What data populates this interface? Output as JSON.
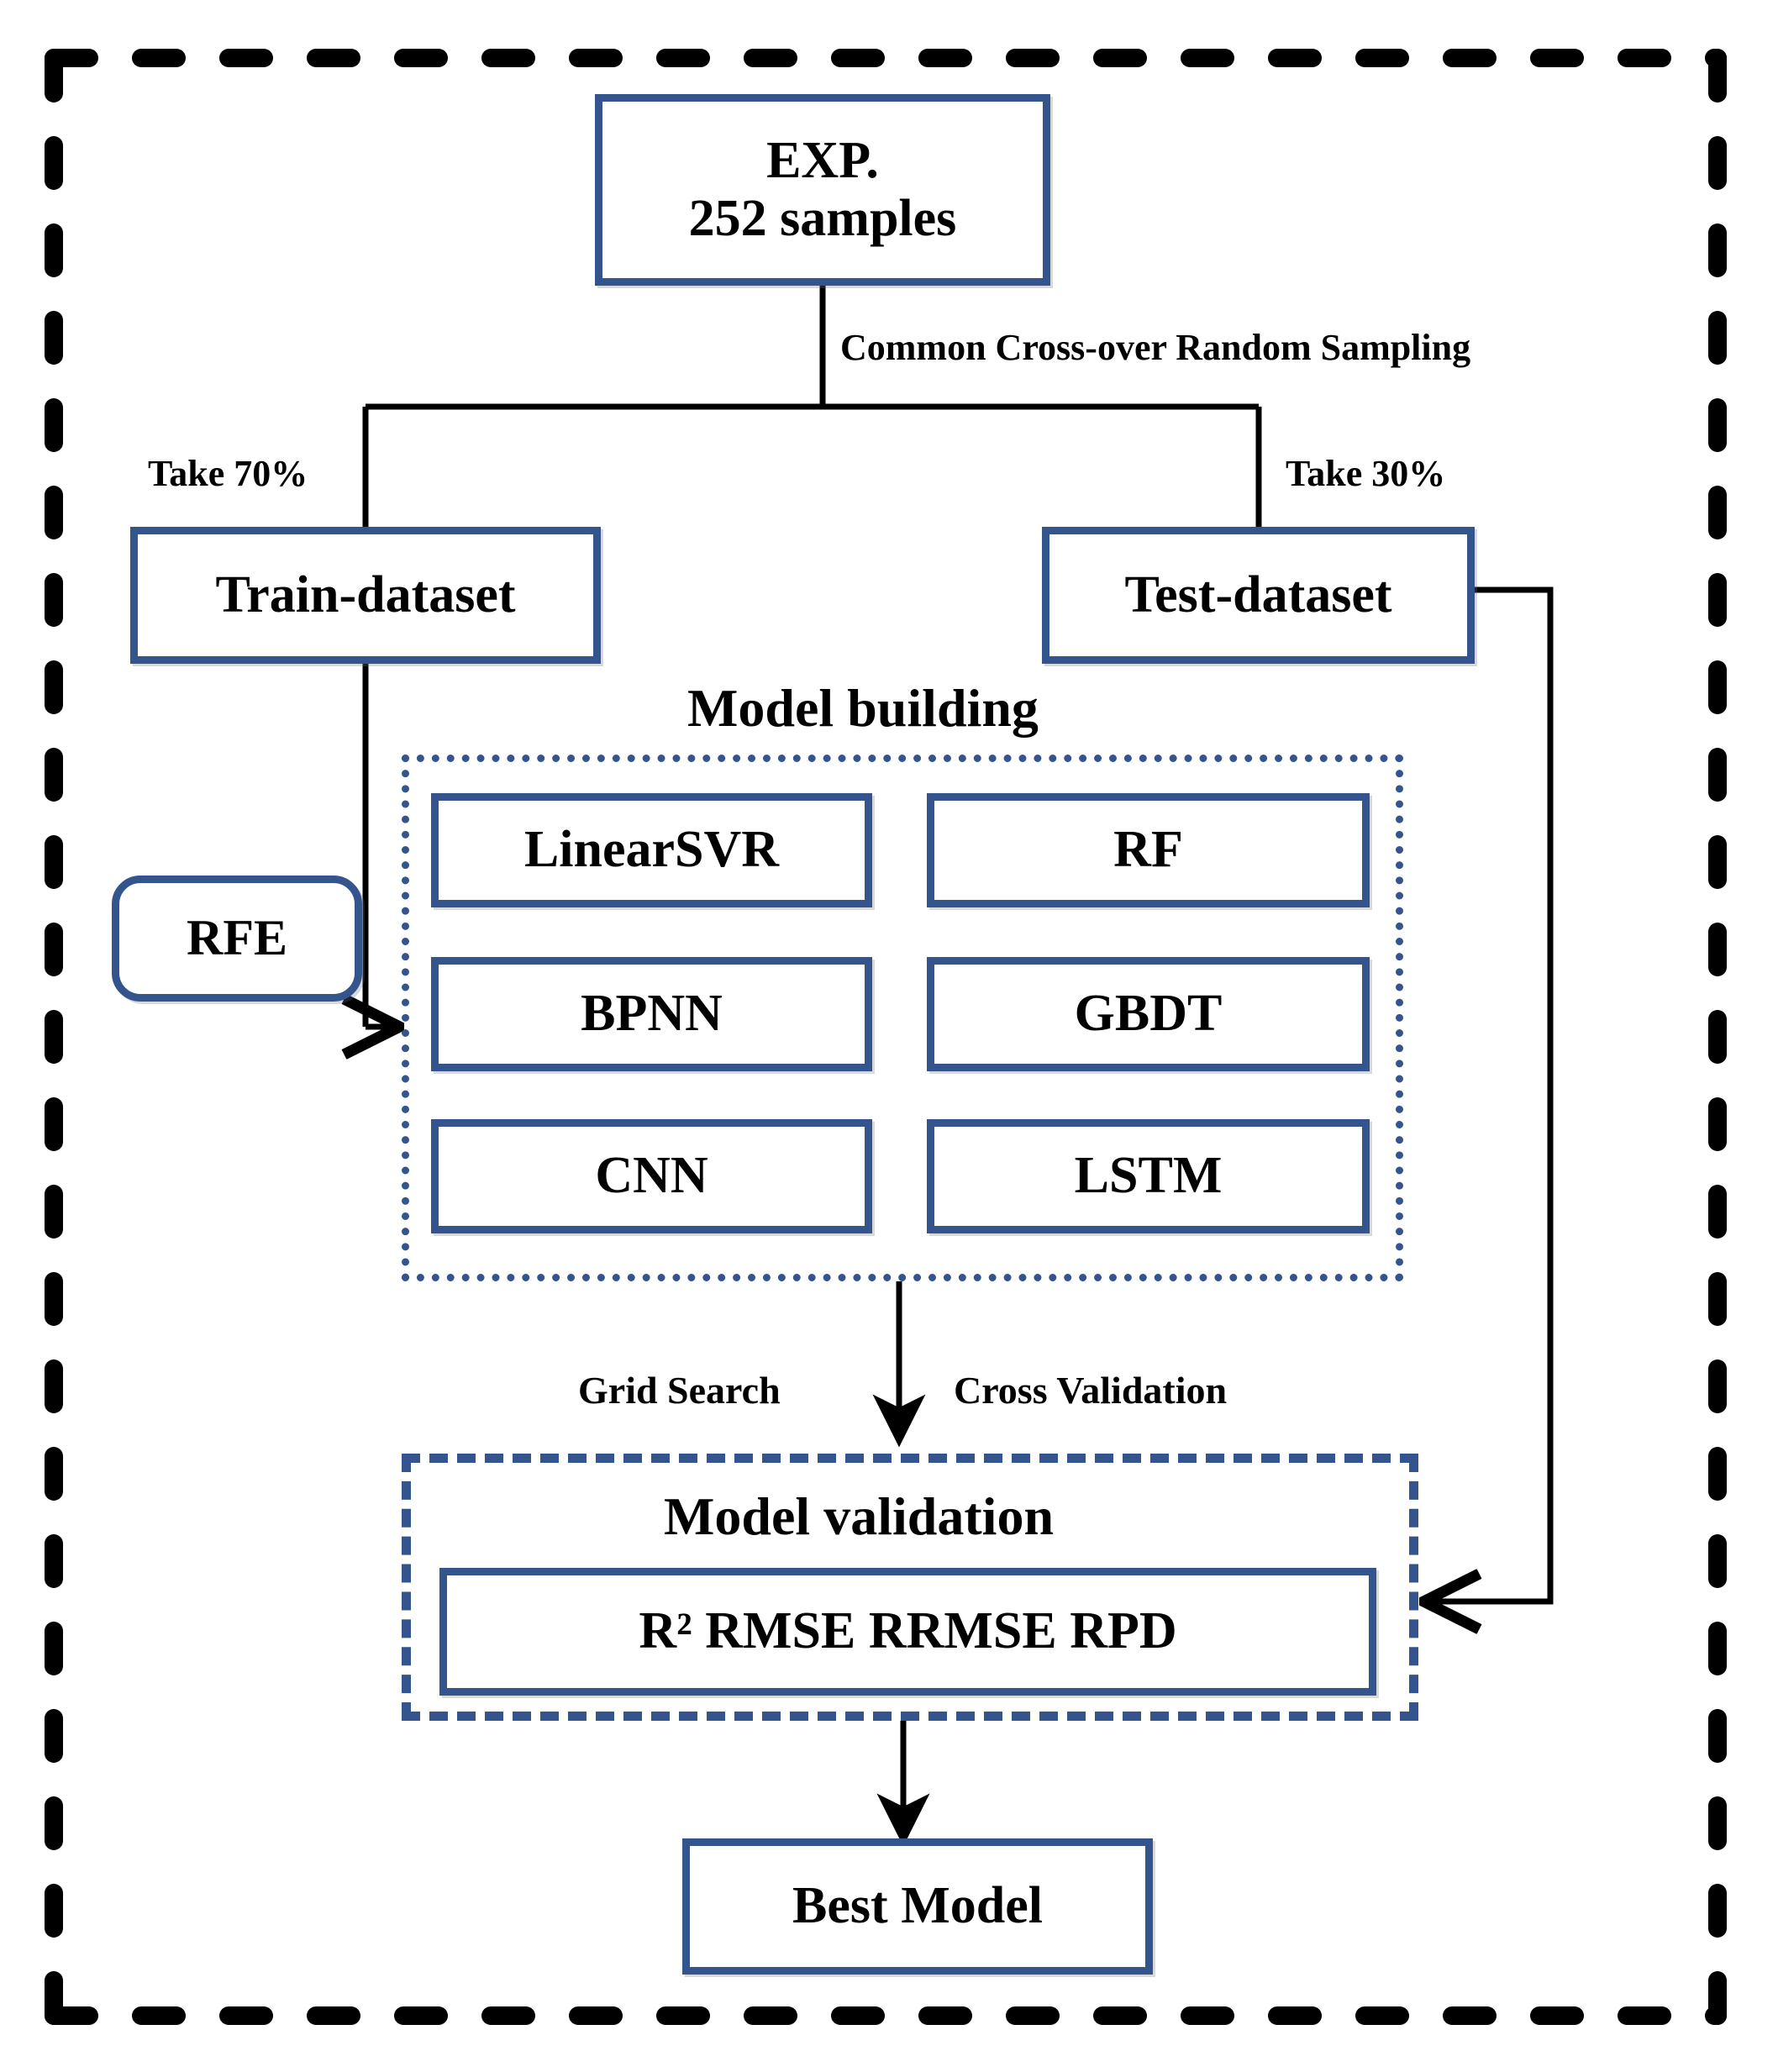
{
  "diagram": {
    "title": "Machine learning modelling workflow",
    "accent_color": "#33548d",
    "line_color": "#000000",
    "background": "#ffffff"
  },
  "nodes": {
    "exp": {
      "line1": "EXP.",
      "line2": "252 samples"
    },
    "train_dataset": {
      "label": "Train-dataset"
    },
    "test_dataset": {
      "label": "Test-dataset"
    },
    "rfe": {
      "label": "RFE"
    },
    "best_model": {
      "label": "Best Model"
    }
  },
  "sections": {
    "model_building": {
      "heading": "Model building",
      "models": [
        {
          "label": "LinearSVR"
        },
        {
          "label": "RF"
        },
        {
          "label": "BPNN"
        },
        {
          "label": "GBDT"
        },
        {
          "label": "CNN"
        },
        {
          "label": "LSTM"
        }
      ]
    },
    "model_validation": {
      "heading": "Model validation",
      "metrics_label": "R²  RMSE  RRMSE  RPD",
      "metrics": [
        "R²",
        "RMSE",
        "RRMSE",
        "RPD"
      ]
    }
  },
  "edge_labels": {
    "sampling": "Common Cross-over Random Sampling",
    "take_train": "Take 70%",
    "take_test": "Take 30%",
    "grid_search": "Grid Search",
    "cross_validation": "Cross Validation"
  }
}
